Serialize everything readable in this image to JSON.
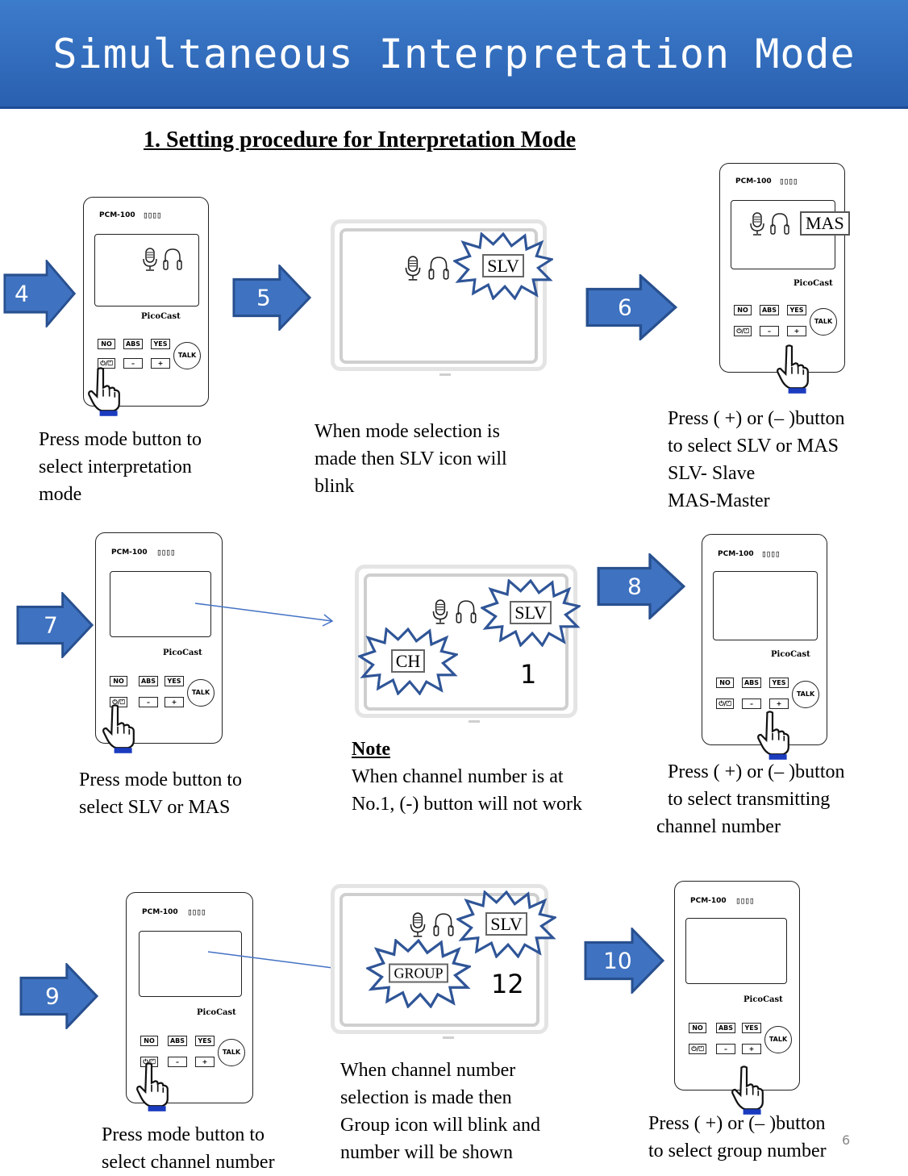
{
  "header": {
    "title": "Simultaneous Interpretation Mode"
  },
  "heading": "1. Setting procedure for Interpretation Mode",
  "device": {
    "model": "PCM-100",
    "brand": "PicoCast",
    "buttons": {
      "no": "NO",
      "abs": "ABS",
      "yes": "YES",
      "power": "⏻/⏍",
      "minus": "–",
      "plus": "+",
      "talk": "TALK"
    }
  },
  "steps": {
    "s4": {
      "number": "4",
      "caption": [
        "Press mode button to",
        "select interpretation",
        "mode"
      ]
    },
    "s5": {
      "number": "5",
      "icon": "SLV",
      "caption": [
        "When mode selection is",
        "made then  SLV icon will",
        "blink"
      ]
    },
    "s6": {
      "number": "6",
      "icon": "MAS",
      "caption": [
        "Press ( +) or (– )button",
        "to select SLV or MAS",
        "SLV- Slave",
        "MAS-Master"
      ]
    },
    "s7": {
      "number": "7",
      "caption": [
        "Press mode button to",
        "select SLV or MAS"
      ]
    },
    "note": {
      "title": "Note",
      "icon_mode": "SLV",
      "icon_ch": "CH",
      "channel": "1",
      "caption": [
        "When channel number is at",
        "No.1, (-) button will not work"
      ]
    },
    "s8": {
      "number": "8",
      "caption": [
        "Press ( +) or (– )button",
        "to select transmitting",
        "channel number"
      ]
    },
    "s9": {
      "number": "9",
      "caption": [
        "Press mode button to",
        "select channel number"
      ]
    },
    "group": {
      "icon_mode": "SLV",
      "icon_group": "GROUP",
      "group_number": "12",
      "caption": [
        "When channel number",
        "selection is made then",
        "Group  icon will blink and",
        "number will be shown"
      ]
    },
    "s10": {
      "number": "10",
      "caption": [
        "Press ( +) or (– )button",
        "to select group number"
      ]
    }
  },
  "page_number": "6",
  "colors": {
    "banner": "#3572c2",
    "arrow": "#3f72c0",
    "arrow_border": "#28508f",
    "hand_cuff": "#1b3bbf",
    "burst": "#2f5597"
  },
  "icons": [
    "microphone-icon",
    "headphones-icon",
    "pointing-hand-icon",
    "arrow-right-icon"
  ]
}
